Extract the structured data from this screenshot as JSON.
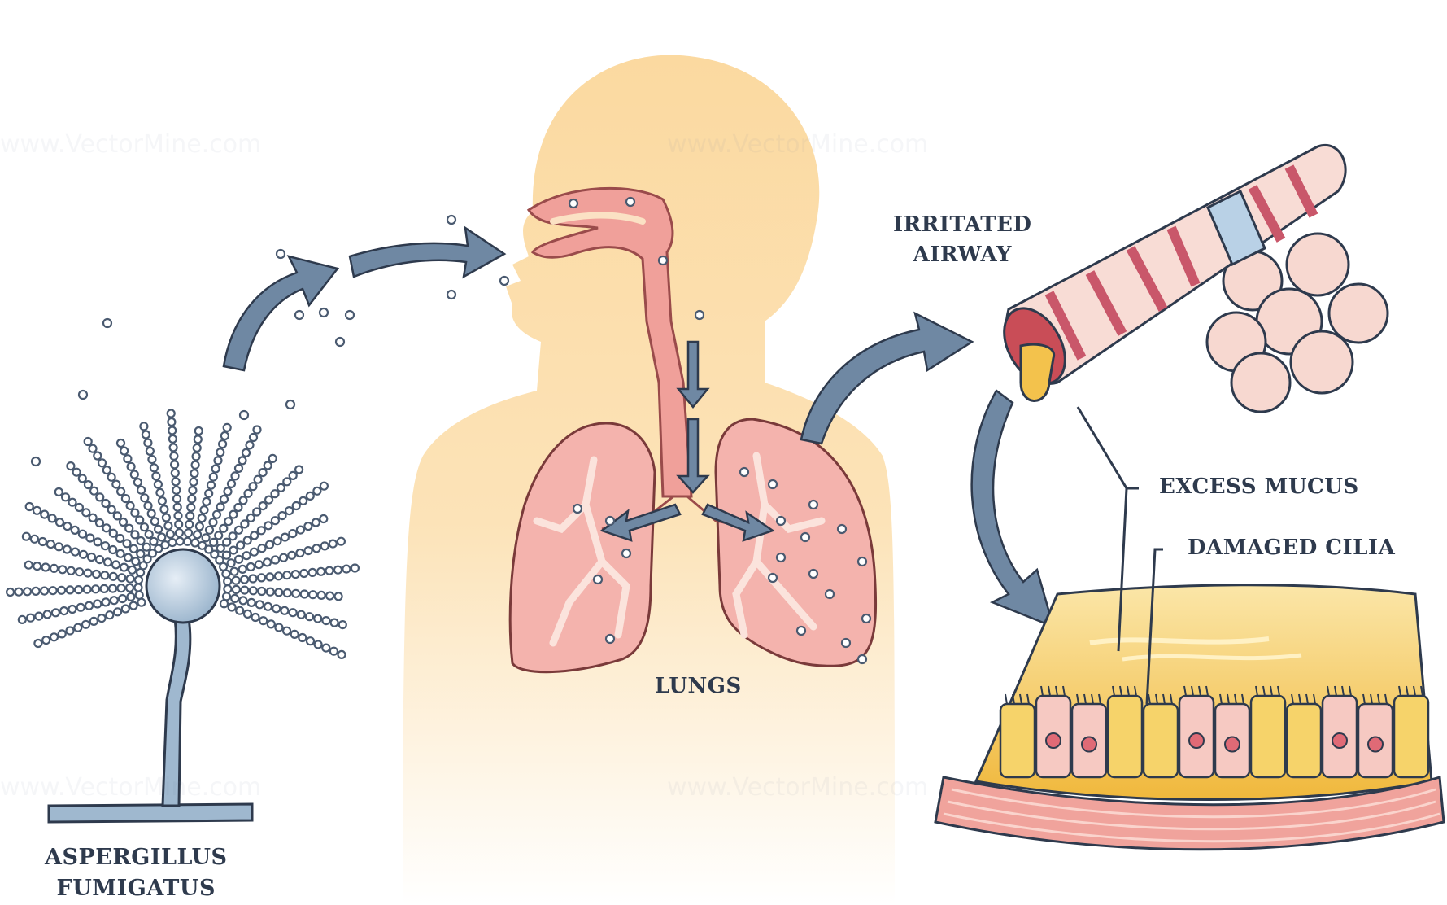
{
  "labels": {
    "aspergillus": "ASPERGILLUS\nFUMIGATUS",
    "lungs": "LUNGS",
    "irritated_airway": "IRRITATED\nAIRWAY",
    "excess_mucus": "EXCESS MUCUS",
    "damaged_cilia": "DAMAGED CILIA"
  },
  "watermark": "www.VectorMine.com",
  "colors": {
    "skin": "#fbd9a0",
    "lung": "#f4b3ad",
    "lung_stroke": "#7a3a3a",
    "arrow": "#6f88a3",
    "fungus": "#9fb8cf",
    "mucus": "#f3c24c",
    "muscle": "#e88a8a",
    "outline": "#2e3a4d"
  }
}
